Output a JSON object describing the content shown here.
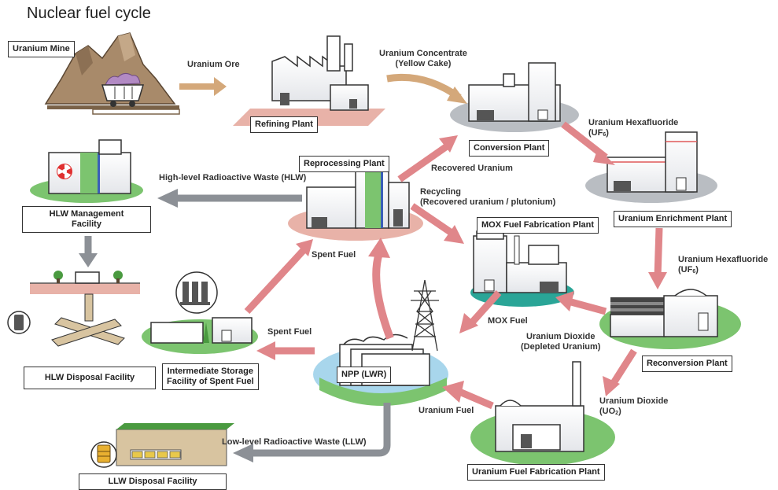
{
  "title": "Nuclear fuel cycle",
  "facilities": {
    "uranium_mine": "Uranium Mine",
    "refining_plant": "Refining Plant",
    "conversion_plant": "Conversion Plant",
    "enrichment_plant": "Uranium Enrichment Plant",
    "reconversion_plant": "Reconversion Plant",
    "fuel_fabrication_plant": "Uranium Fuel Fabrication Plant",
    "npp": "NPP (LWR)",
    "mox_plant": "MOX Fuel Fabrication Plant",
    "reprocessing_plant": "Reprocessing Plant",
    "hlw_management_line1": "HLW Management",
    "hlw_management_line2": "Facility",
    "hlw_disposal": "HLW Disposal Facility",
    "storage_line1": "Intermediate Storage",
    "storage_line2": "Facility of Spent Fuel",
    "llw_disposal": "LLW Disposal Facility"
  },
  "flows": {
    "uranium_ore": "Uranium Ore",
    "concentrate_line1": "Uranium Concentrate",
    "concentrate_line2": "(Yellow Cake)",
    "hexafluoride_1_line1": "Uranium Hexafluoride",
    "hexafluoride_1_base": "(UF",
    "hexafluoride_1_sub": "6",
    "hexafluoride_1_end": ")",
    "hexafluoride_2_line1": "Uranium Hexafluoride",
    "hexafluoride_2_base": "(UF",
    "hexafluoride_2_sub": "6",
    "hexafluoride_2_end": ")",
    "dioxide_line1": "Uranium Dioxide",
    "dioxide_base": "(UO",
    "dioxide_sub": "2",
    "dioxide_end": ")",
    "uranium_fuel": "Uranium Fuel",
    "depleted_line1": "Uranium Dioxide",
    "depleted_line2": "(Depleted Uranium)",
    "mox_fuel": "MOX Fuel",
    "recovered_uranium": "Recovered Uranium",
    "recycling_line1": "Recycling",
    "recycling_line2": "(Recovered uranium / plutonium)",
    "hlw_flow": "High-level Radioactive Waste (HLW)",
    "spent_fuel_1": "Spent Fuel",
    "spent_fuel_2": "Spent Fuel",
    "llw_flow": "Low-level Radioactive Waste (LLW)"
  },
  "colors": {
    "cycle_arrow": "#e0868a",
    "ore_arrow": "#d4a87a",
    "waste_arrow": "#8c9096",
    "ground_green": "#7cc46f",
    "ground_gray": "#b9bdc2",
    "ground_pink": "#e8b2a8",
    "ground_blue": "#a8d6ec",
    "mountain": "#a88a6a"
  }
}
